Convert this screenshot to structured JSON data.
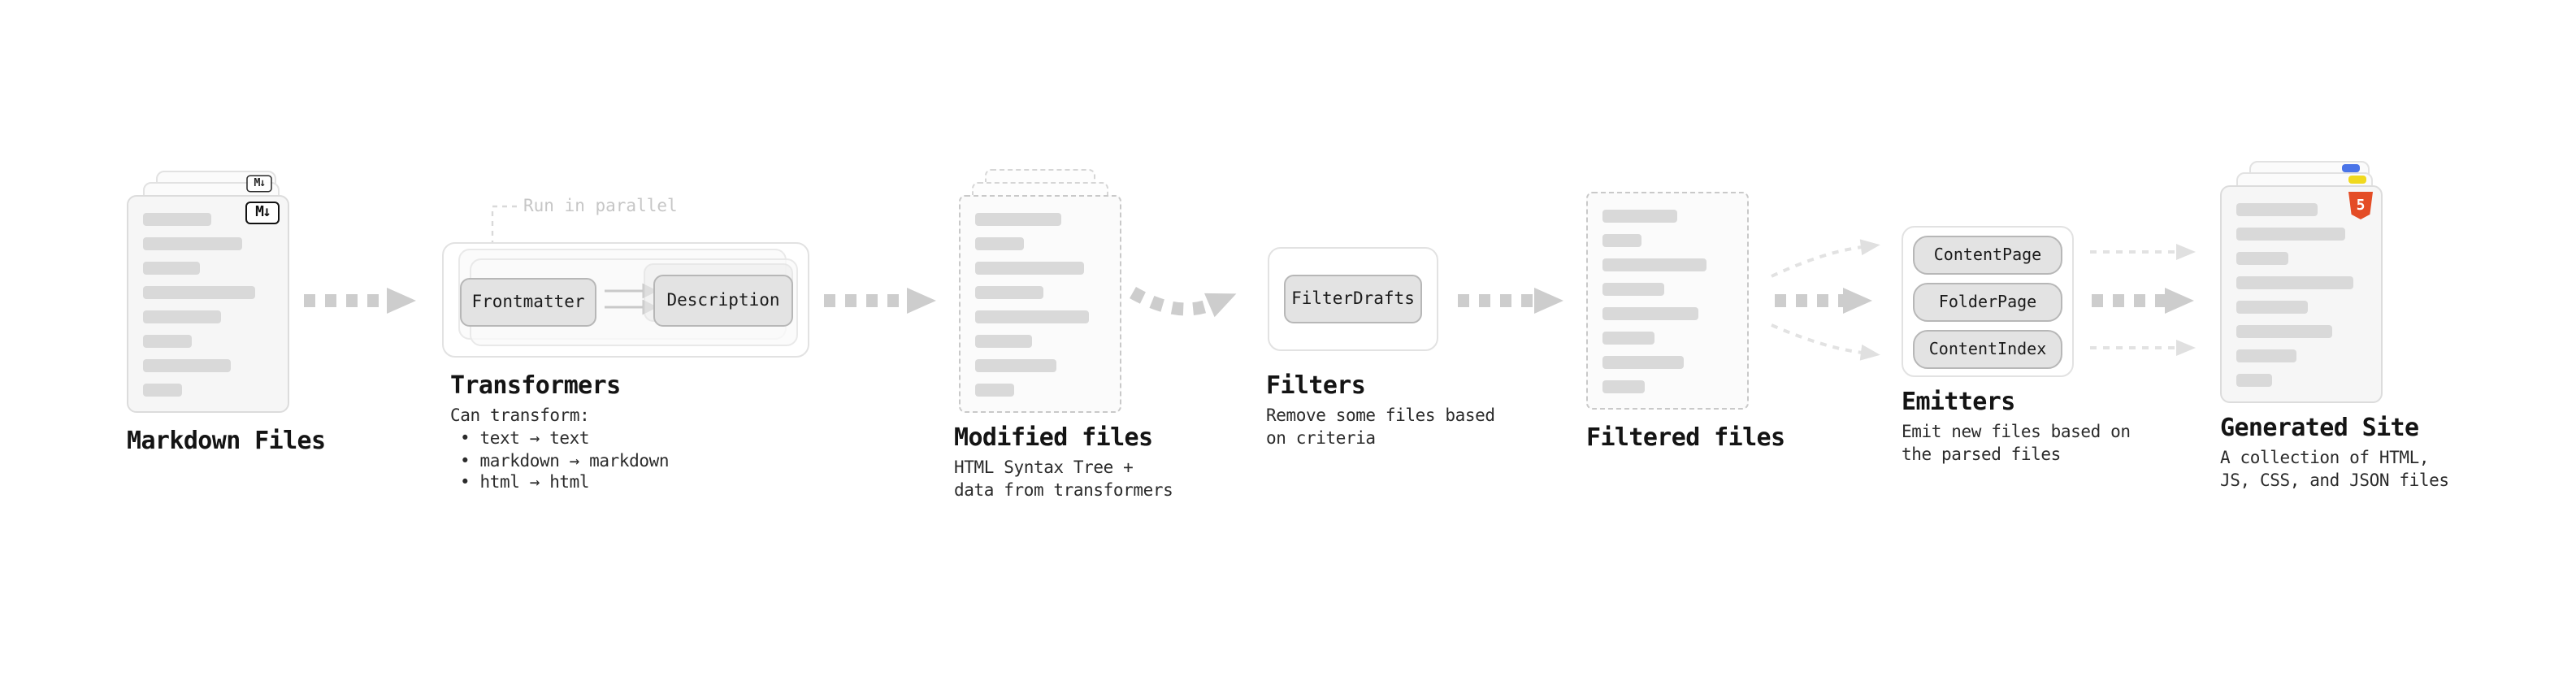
{
  "nodes": {
    "markdown": {
      "label": "Markdown Files",
      "badge": "M↓"
    },
    "transformers": {
      "label": "Transformers",
      "callout": "Run in parallel",
      "buttons": {
        "frontmatter": "Frontmatter",
        "description": "Description"
      },
      "desc_title": "Can transform:",
      "bullets": {
        "b1": "• text → text",
        "b2": "• markdown → markdown",
        "b3": "• html → html"
      }
    },
    "modified": {
      "label": "Modified files",
      "desc": {
        "line1": "HTML Syntax Tree +",
        "line2": "data from transformers"
      }
    },
    "filters": {
      "label": "Filters",
      "buttons": {
        "filterdrafts": "FilterDrafts"
      },
      "desc": {
        "line1": "Remove some files based",
        "line2": "on criteria"
      }
    },
    "filtered": {
      "label": "Filtered files"
    },
    "emitters": {
      "label": "Emitters",
      "buttons": {
        "contentpage": "ContentPage",
        "folderpage": "FolderPage",
        "contentindex": "ContentIndex"
      },
      "desc": {
        "line1": "Emit new files based on",
        "line2": "the parsed files"
      }
    },
    "generated": {
      "label": "Generated Site",
      "badge": "5",
      "desc": {
        "line1": "A collection of HTML,",
        "line2": "JS, CSS, and JSON files"
      }
    }
  },
  "colors": {
    "background": "#ffffff",
    "card_bg": "#f6f6f6",
    "card_border": "#dcdcdc",
    "placeholder_line": "#d9d9d9",
    "arrow": "#cdcdcd",
    "text": "#1a1a1a",
    "muted": "#c6c6c6",
    "button_bg": "#e3e3e3",
    "html5_orange": "#e44d26",
    "markdown_black": "#111111",
    "chip_blue": "#4a74e8",
    "chip_yellow": "#f0d91e"
  }
}
